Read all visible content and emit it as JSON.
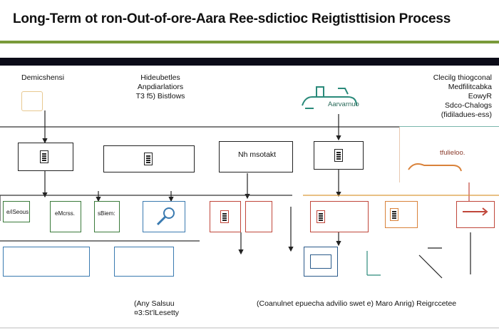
{
  "title": "Long-Term ot ron-Out-of-ore-Aara Ree-sdictioc Reigtisttision Process",
  "labels": {
    "top_left": "Demicshensi",
    "top_mid": "Hideubetles\nAnpdiarlatiors\nT3 f5) Bistlows",
    "top_right": "Clecilg thiogconal\nMedfilitcabka\nEowyR\nSdco-Chalogs\n(fidiladues-ess)",
    "agency_box": "Aarvarnuo",
    "mid_box": "Nh  msotakt",
    "right_badge": "tfulieloo.",
    "row2_left": "e/iSeous",
    "row2_b2": "eMcrss.",
    "row2_b3": "sBiem:",
    "bottom_left": "(Any Salsuu\n¤3:St’lLesetty",
    "bottom_right": "(Coanulnet epuecha advilio swet  e)  Maro Anrig)  Reigrccetee"
  },
  "colors": {
    "accent_green": "#7a9a3a",
    "header_bar": "#0c0c18",
    "teal": "#2a8a7a",
    "blue": "#3a7ab0",
    "red": "#c0463a",
    "orange": "#d99a3a",
    "purple": "#8a4a9a"
  }
}
